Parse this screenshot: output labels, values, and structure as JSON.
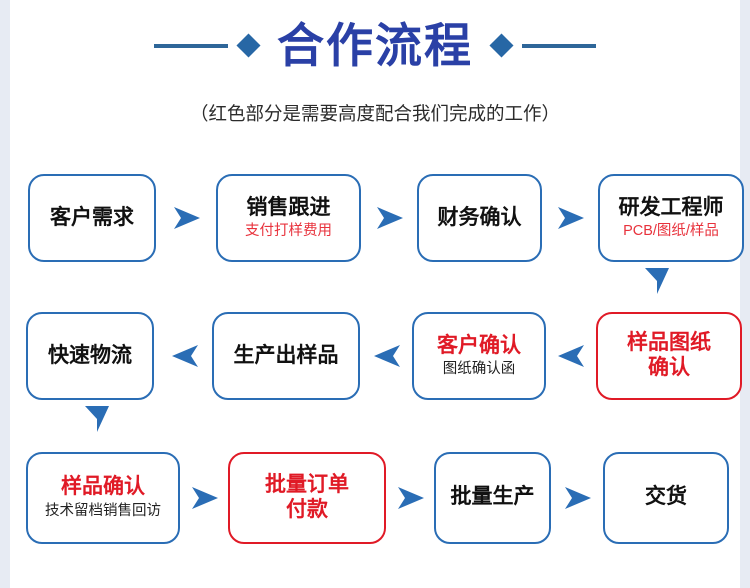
{
  "header": {
    "title": "合作流程",
    "subtitle": "（红色部分是需要高度配合我们完成的工作）",
    "left_diamond_icon": "diamond-icon",
    "right_diamond_icon": "diamond-icon"
  },
  "colors": {
    "title_blue": "#2a40a6",
    "deco_blue": "#2767a5",
    "box_blue": "#2a6db5",
    "highlight_red": "#e01a26",
    "sub_red": "#e8323c",
    "page_bg": "#ffffff",
    "canvas_bg": "#e7ebf3"
  },
  "flow": {
    "rows": [
      {
        "id": "row-1",
        "direction": "left-to-right",
        "nodes": [
          {
            "title": "客户需求",
            "sub": "",
            "box": "red",
            "title_color": "red",
            "sub_color": ""
          },
          {
            "title": "销售跟进",
            "sub": "支付打样费用",
            "box": "blue",
            "title_color": "black",
            "sub_color": "red"
          },
          {
            "title": "财务确认",
            "sub": "",
            "box": "blue",
            "title_color": "black",
            "sub_color": ""
          },
          {
            "title": "研发工程师",
            "sub": "PCB/图纸/样品",
            "box": "blue",
            "title_color": "black",
            "sub_color": "red"
          }
        ]
      },
      {
        "id": "row-2",
        "direction": "right-to-left",
        "nodes": [
          {
            "title": "快速物流",
            "sub": "",
            "box": "blue",
            "title_color": "black",
            "sub_color": ""
          },
          {
            "title": "生产出样品",
            "sub": "",
            "box": "blue",
            "title_color": "black",
            "sub_color": ""
          },
          {
            "title": "客户确认",
            "sub": "图纸确认函",
            "box": "blue",
            "title_color": "red",
            "sub_color": "black"
          },
          {
            "title": "样品图纸\n确认",
            "sub": "",
            "box": "red",
            "title_color": "red",
            "sub_color": ""
          }
        ]
      },
      {
        "id": "row-3",
        "direction": "left-to-right",
        "nodes": [
          {
            "title": "样品确认",
            "sub": "技术留档销售回访",
            "box": "blue",
            "title_color": "red",
            "sub_color": "black"
          },
          {
            "title": "批量订单\n付款",
            "sub": "",
            "box": "red",
            "title_color": "red",
            "sub_color": ""
          },
          {
            "title": "批量生产",
            "sub": "",
            "box": "blue",
            "title_color": "black",
            "sub_color": ""
          },
          {
            "title": "交货",
            "sub": "",
            "box": "blue",
            "title_color": "black",
            "sub_color": ""
          }
        ]
      }
    ],
    "connectors": {
      "row1_to_row2": "arrow-down-icon",
      "row2_to_row3": "arrow-down-icon",
      "horizontal": "arrow-right-icon"
    }
  }
}
